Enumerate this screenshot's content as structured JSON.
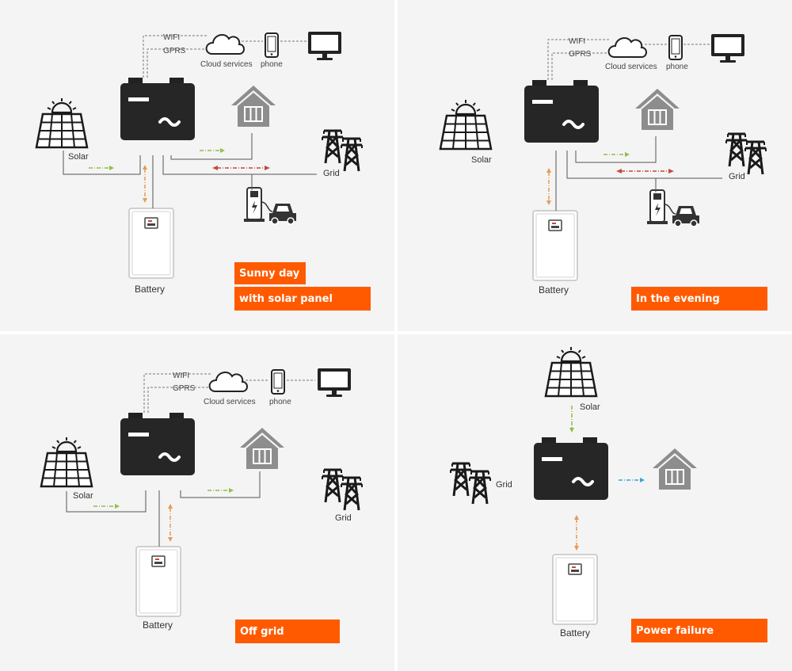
{
  "labels": {
    "wifi": "WIFI",
    "gprs": "GPRS",
    "cloud": "Cloud services",
    "phone": "phone",
    "solar": "Solar",
    "grid": "Grid",
    "battery": "Battery"
  },
  "scenes": [
    {
      "badges": [
        "Sunny day",
        "with solar panel"
      ]
    },
    {
      "badges": [
        "In the evening"
      ]
    },
    {
      "badges": [
        "Off grid"
      ]
    },
    {
      "badges": [
        "Power failure"
      ]
    }
  ],
  "colors": {
    "panel_bg": "#f4f4f4",
    "icon": "#222222",
    "badge": "#ff5a00",
    "arrow_green": "#8fbf4a",
    "arrow_orange": "#e59a55",
    "arrow_red": "#c24a3f",
    "arrow_blue": "#3aa3dc",
    "house": "#8d8d8d"
  },
  "icons": [
    "solar-panel-icon",
    "grid-tower-icon",
    "house-icon",
    "inverter-icon",
    "battery-icon",
    "cloud-icon",
    "phone-icon",
    "monitor-icon",
    "ev-charger-icon",
    "car-icon"
  ]
}
